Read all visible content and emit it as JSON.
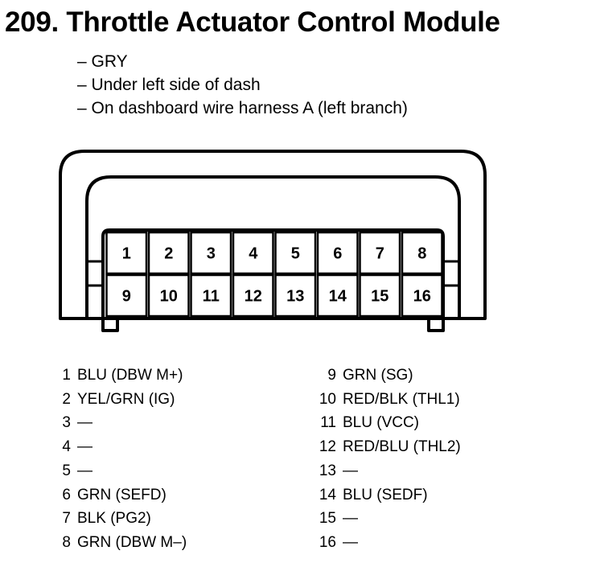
{
  "title": "209. Throttle Actuator Control Module",
  "notes": [
    "– GRY",
    "– Under left side of dash",
    "– On dashboard wire harness A (left branch)"
  ],
  "connector": {
    "top_row": [
      "1",
      "2",
      "3",
      "4",
      "5",
      "6",
      "7",
      "8"
    ],
    "bottom_row": [
      "9",
      "10",
      "11",
      "12",
      "13",
      "14",
      "15",
      "16"
    ]
  },
  "pins_left": [
    {
      "num": "1",
      "desc": "BLU (DBW M+)"
    },
    {
      "num": "2",
      "desc": "YEL/GRN (IG)"
    },
    {
      "num": "3",
      "desc": "—"
    },
    {
      "num": "4",
      "desc": "—"
    },
    {
      "num": "5",
      "desc": "—"
    },
    {
      "num": "6",
      "desc": "GRN (SEFD)"
    },
    {
      "num": "7",
      "desc": "BLK (PG2)"
    },
    {
      "num": "8",
      "desc": "GRN (DBW M–)"
    }
  ],
  "pins_right": [
    {
      "num": "9",
      "desc": "GRN (SG)"
    },
    {
      "num": "10",
      "desc": "RED/BLK (THL1)"
    },
    {
      "num": "11",
      "desc": "BLU (VCC)"
    },
    {
      "num": "12",
      "desc": "RED/BLU (THL2)"
    },
    {
      "num": "13",
      "desc": "—"
    },
    {
      "num": "14",
      "desc": "BLU (SEDF)"
    },
    {
      "num": "15",
      "desc": "—"
    },
    {
      "num": "16",
      "desc": "—"
    }
  ]
}
